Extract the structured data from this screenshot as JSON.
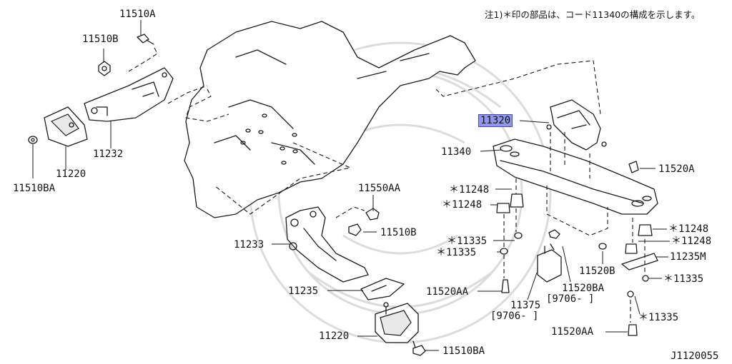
{
  "note": "注1)＊印の部品は、コード11340の構成を示します。",
  "diagram_id": "J1120055",
  "parts": {
    "p11510A": "11510A",
    "p11510B_top": "11510B",
    "p11510BA_left": "11510BA",
    "p11232": "11232",
    "p11220_left": "11220",
    "p11320": "11320",
    "p11340": "11340",
    "p11520A": "11520A",
    "p11550AA": "11550AA",
    "p11510B_mid": "11510B",
    "p11233": "11233",
    "p11235": "11235",
    "p11220_bottom": "11220",
    "p11510BA_bottom": "11510BA",
    "p11248_1": "＊11248",
    "p11248_2": "＊11248",
    "p11335_1": "＊11335",
    "p11335_2": "＊11335",
    "p11520AA_left": "11520AA",
    "p11375": "11375",
    "p11375_range": "[9706-     ]",
    "p11520BA": "11520BA",
    "p11520BA_range": "[9706-     ]",
    "p11520B": "11520B",
    "p11248_3": "＊11248",
    "p11248_4": "＊11248",
    "p11235M": "11235M",
    "p11335_3": "＊11335",
    "p11335_4": "＊11335",
    "p11520AA_right": "11520AA"
  },
  "highlight_color": "#8f97e6"
}
